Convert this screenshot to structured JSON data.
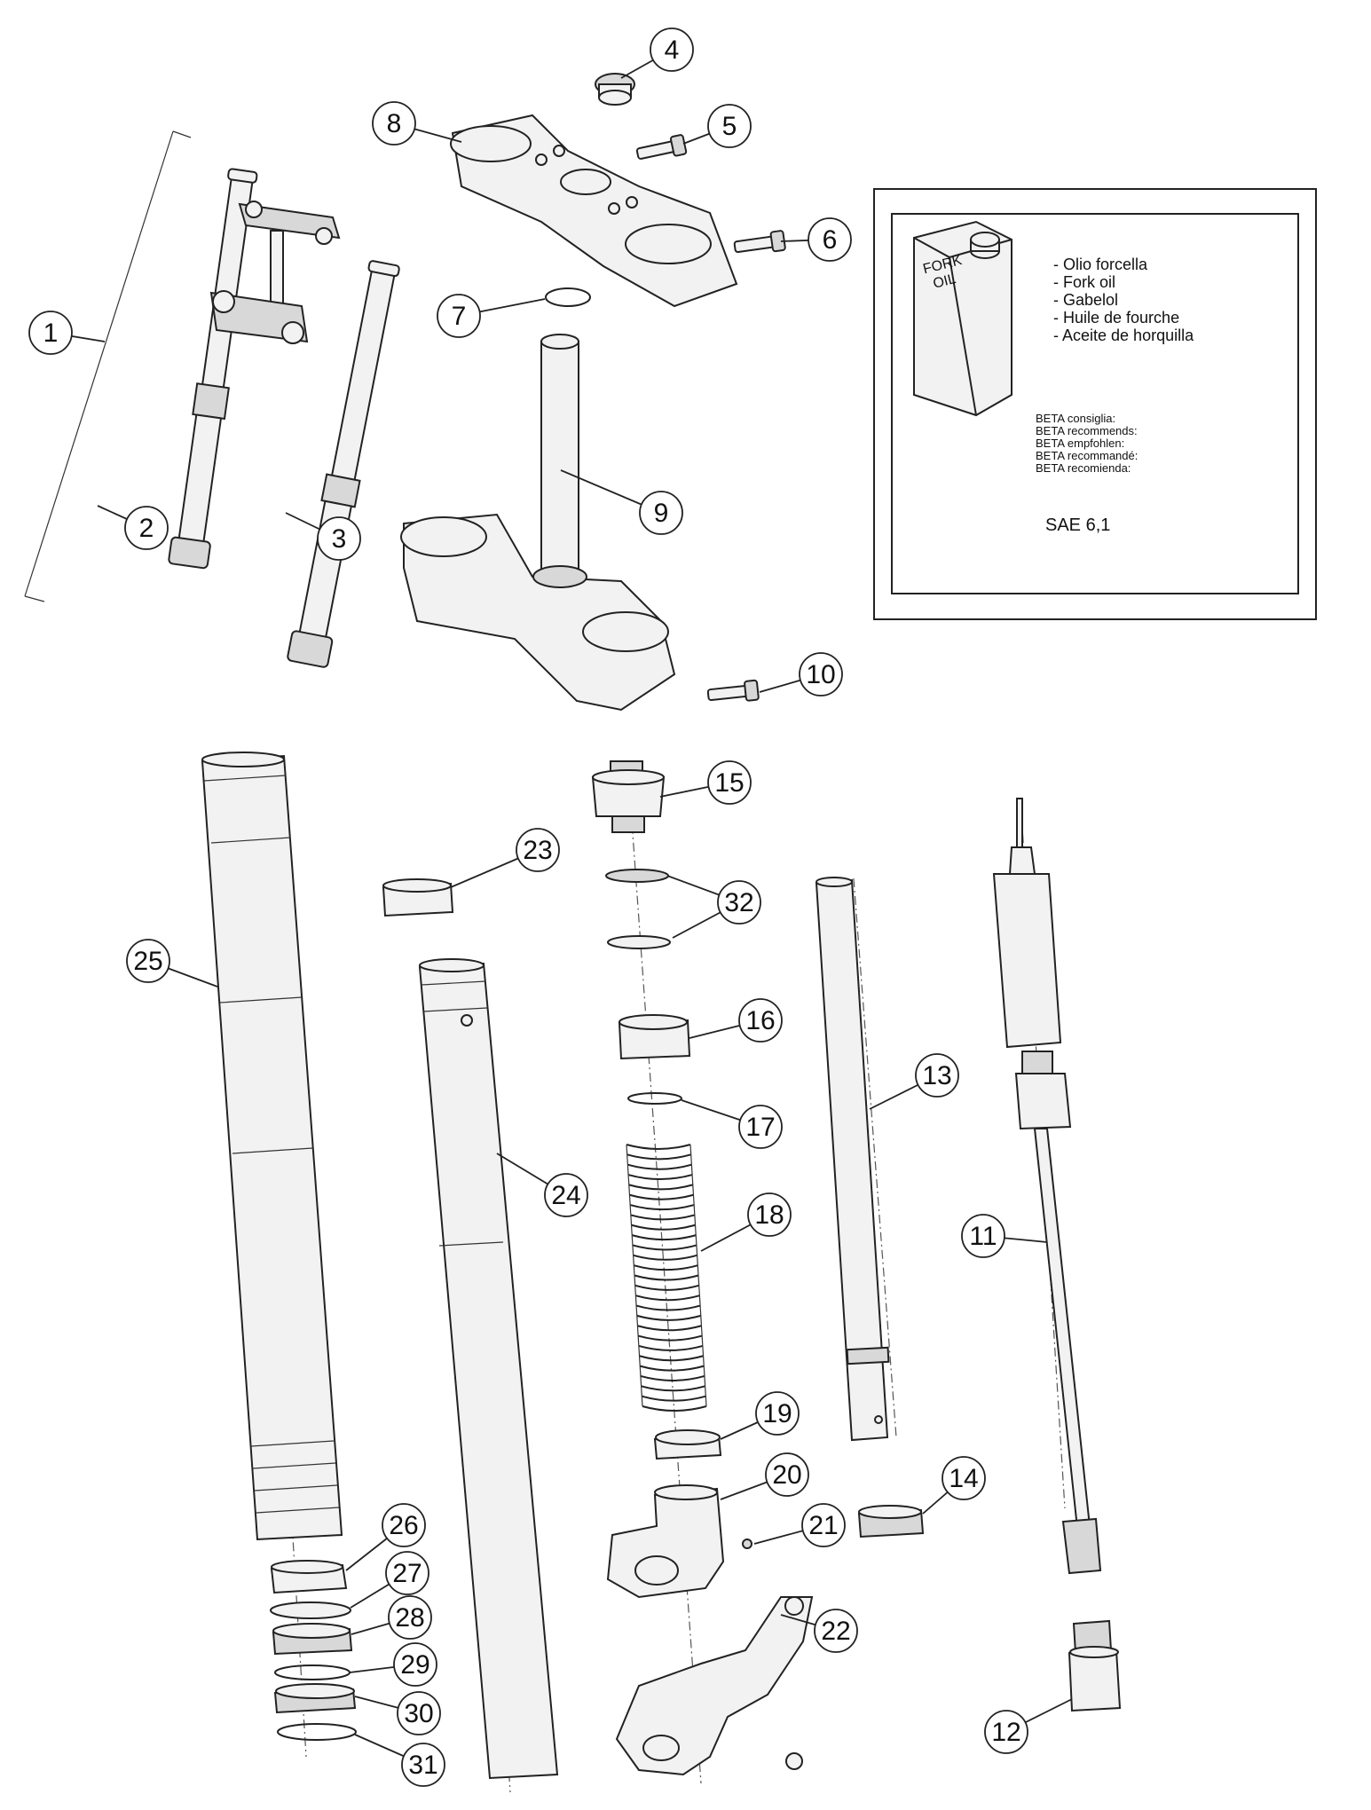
{
  "callouts": [
    {
      "label": "1"
    },
    {
      "label": "2"
    },
    {
      "label": "3"
    },
    {
      "label": "4"
    },
    {
      "label": "5"
    },
    {
      "label": "6"
    },
    {
      "label": "7"
    },
    {
      "label": "8"
    },
    {
      "label": "9"
    },
    {
      "label": "10"
    },
    {
      "label": "11"
    },
    {
      "label": "12"
    },
    {
      "label": "13"
    },
    {
      "label": "14"
    },
    {
      "label": "15"
    },
    {
      "label": "16"
    },
    {
      "label": "17"
    },
    {
      "label": "18"
    },
    {
      "label": "19"
    },
    {
      "label": "20"
    },
    {
      "label": "21"
    },
    {
      "label": "22"
    },
    {
      "label": "23"
    },
    {
      "label": "24"
    },
    {
      "label": "25"
    },
    {
      "label": "26"
    },
    {
      "label": "27"
    },
    {
      "label": "28"
    },
    {
      "label": "29"
    },
    {
      "label": "30"
    },
    {
      "label": "31"
    },
    {
      "label": "32"
    }
  ],
  "legend": {
    "can_text_line1": "FORK",
    "can_text_line2": "OIL",
    "names": [
      "- Olio forcella",
      "- Fork oil",
      "- Gabelol",
      "- Huile de fourche",
      "- Aceite de horquilla"
    ],
    "recommends": [
      "BETA consiglia:",
      "BETA recommends:",
      "BETA empfohlen:",
      "BETA recommandé:",
      "BETA recomienda:"
    ],
    "spec": "SAE 6,1"
  }
}
